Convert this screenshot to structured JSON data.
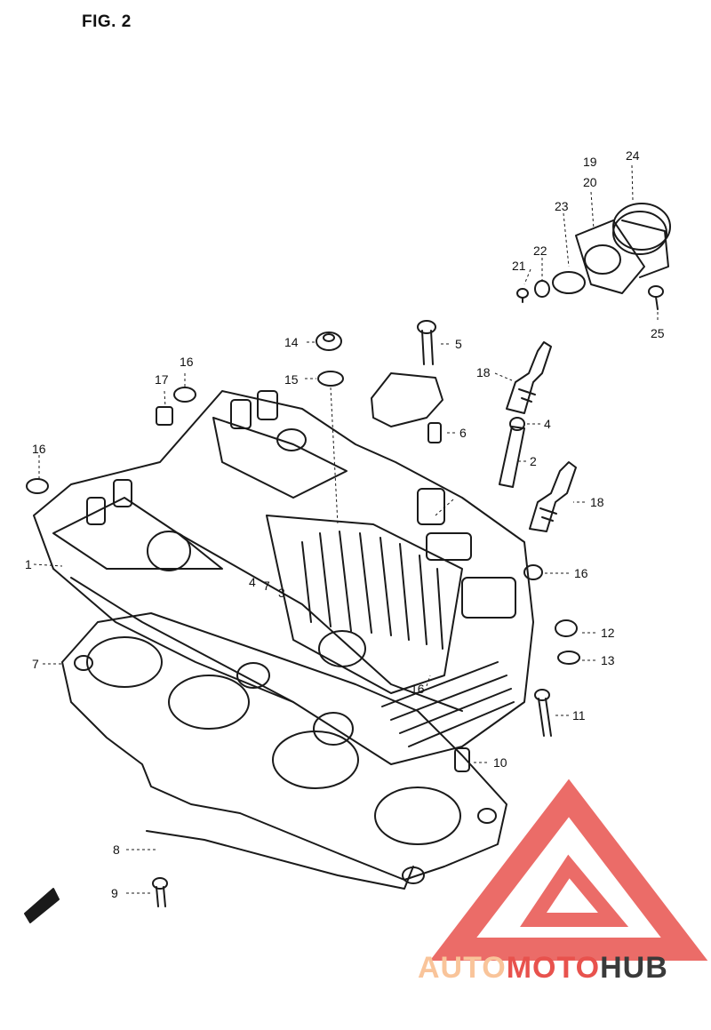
{
  "figure": {
    "title": "FIG. 2"
  },
  "callouts": {
    "n1": "1",
    "n2": "2",
    "n3": "3",
    "n4a": "4",
    "n4b": "4",
    "n5": "5",
    "n6": "6",
    "n7a": "7",
    "n7b": "7",
    "n8": "8",
    "n9": "9",
    "n10": "10",
    "n11": "11",
    "n12": "12",
    "n13": "13",
    "n14": "14",
    "n15": "15",
    "n16a": "16",
    "n16b": "16",
    "n16c": "16",
    "n16d": "16",
    "n17": "17",
    "n18a": "18",
    "n18b": "18",
    "n19": "19",
    "n20": "20",
    "n21": "21",
    "n22": "22",
    "n23": "23",
    "n24": "24",
    "n25": "25"
  },
  "watermark": {
    "part1": "AUTO",
    "part2": "MOTO",
    "part3": "HUB",
    "color_light": "#f9c49a",
    "color_red": "#e8524d",
    "color_dark": "#3a3a3a"
  }
}
